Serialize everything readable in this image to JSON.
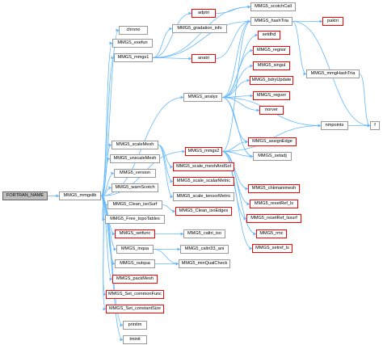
{
  "colors": {
    "edge": "#63b8ff",
    "default_border": "#999999",
    "truncated_border": "#ff0000",
    "root_fill": "#bfbfbf"
  },
  "nodes": {
    "fortran_name": "FORTRAN_NAME",
    "mmgs_mmgslib": "MMG5_mmgslib",
    "chrono": "chrono",
    "mmgs_exefun": "MMGS_exefun",
    "mmgs_mmgs1": "MMGS_mmgs1",
    "mmgs_analys": "MMGS_analys",
    "mmgs_scalemesh": "MMG5_scaleMesh",
    "mmgs_unscalemesh": "MMG5_unscaleMesh",
    "mmgs_version": "MMG5_version",
    "mmgs_warnscotch": "MMG5_warnScotch",
    "mmgs_clean_isosurf": "MMG5_Clean_isoSurf",
    "mmgs_free_topotables": "MMG5_Free_topoTables",
    "mmgs_setfunc": "MMGS_setfunc",
    "mmgs_inqua": "MMGS_inqua",
    "mmgs_outqua": "MMGS_outqua",
    "mmgs_packmesh": "MMGS_packMesh",
    "mmgs_set_commonfunc": "MMGS_Set_commonFunc",
    "mmgs_set_constantsize": "MMGS_Set_constantSize",
    "printim": "printim",
    "tminit": "tminit",
    "adptri": "adptri",
    "mmgs_gradation_info": "MMG5_gradation_info",
    "anatri": "anatri",
    "mmgs_scotchcall": "MMG5_scotchCall",
    "mmgs_hashtria": "MMGS_hashTria",
    "paktri": "paktri",
    "setdhd": "setdhd",
    "mmgs_regnor": "MMG5_regnor",
    "mmgs_singul": "MMG5_singul",
    "mmgs_bdryupdate": "MMG5_bdryUpdate",
    "mmgs_regver": "MMGS_regver",
    "norver": "norver",
    "mmgs_mmghashtria": "MMG5_mmgHashTria",
    "nmpoints": "nmpoints",
    "f_fn": "f",
    "mmgs_mmgs2": "MMGS_mmgs2",
    "mmgs_assignedge": "MMGS_assignEdge",
    "setadj": "MMGS_setadj",
    "mmgs_scale_meshandsol": "MMG5_scale_meshAndSol",
    "mmgs_scale_scalarmetric": "MMG5_scale_scalarMetric",
    "mmgs_scale_tensormetric": "MMG5_scale_tensorMetric",
    "mmgs_clean_isoedges": "MMG5_Clean_isoEdges",
    "mmgs_chkmanimesh": "MMG5_chkmanimesh",
    "mmgs_resetref_ls": "MMG5_resetRef_ls",
    "mmgs_resetref_lssurf": "MMG5_resetRef_lssurf",
    "mmgs_rmc": "MMG5_rmc",
    "mmgs_setref_ls": "MMGS_setref_ls",
    "mmgs_caltri_iso": "MMG5_caltri_iso",
    "mmgs_caltri33_ani": "MMG5_caltri33_ani",
    "mmgs_minqualcheck": "MMG5_minQualCheck"
  }
}
